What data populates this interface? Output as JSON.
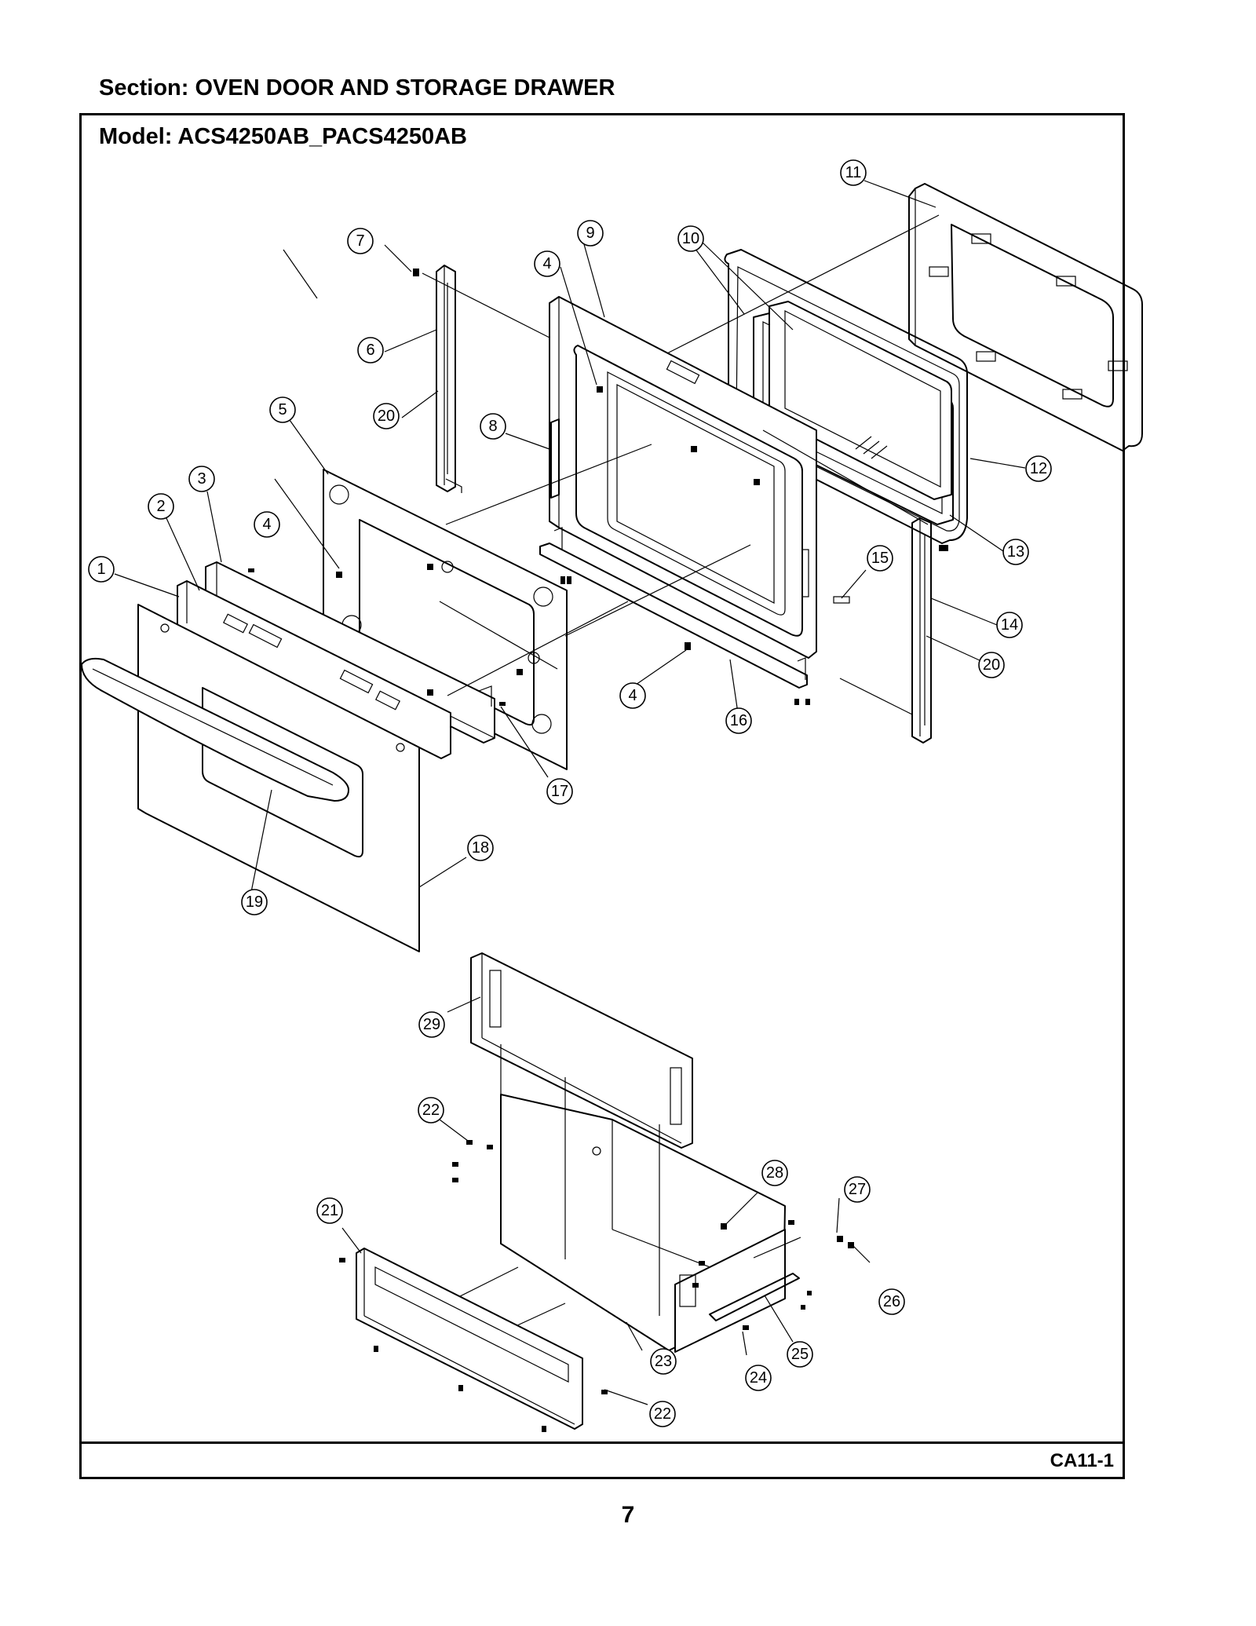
{
  "section_title": "Section:  OVEN DOOR AND STORAGE DRAWER",
  "model_title": "Model:  ACS4250AB_PACS4250AB",
  "diagram_code": "CA11-1",
  "page_number": "7",
  "callouts": {
    "c1": "1",
    "c2": "2",
    "c3": "3",
    "c4a": "4",
    "c4b": "4",
    "c4c": "4",
    "c5": "5",
    "c6": "6",
    "c7": "7",
    "c8": "8",
    "c9": "9",
    "c10": "10",
    "c11": "11",
    "c12": "12",
    "c13": "13",
    "c14": "14",
    "c15": "15",
    "c16": "16",
    "c17": "17",
    "c18": "18",
    "c19": "19",
    "c20a": "20",
    "c20b": "20",
    "c21": "21",
    "c22a": "22",
    "c22b": "22",
    "c23": "23",
    "c24": "24",
    "c25": "25",
    "c26": "26",
    "c27": "27",
    "c28": "28",
    "c29": "29"
  }
}
